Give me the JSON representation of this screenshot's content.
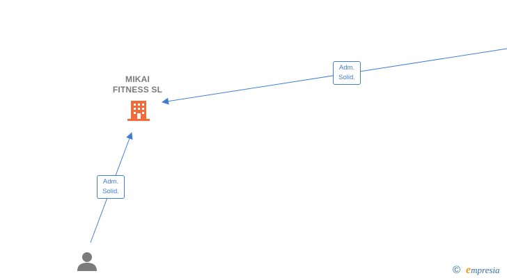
{
  "nodes": {
    "company": {
      "name_line1": "MIKAI",
      "name_line2": "FITNESS SL",
      "icon": "building-icon"
    },
    "person": {
      "icon": "person-icon"
    }
  },
  "edges": [
    {
      "label_line1": "Adm.",
      "label_line2": "Solid."
    },
    {
      "label_line1": "Adm.",
      "label_line2": "Solid."
    }
  ],
  "footer": {
    "copyright_symbol": "©",
    "brand_initial": "e",
    "brand_rest": "mpresia"
  },
  "colors": {
    "edge": "#3f7fd2",
    "company_icon": "#f26b3a",
    "person_icon": "#7b7b7b",
    "label_text": "#7a7a7a"
  }
}
